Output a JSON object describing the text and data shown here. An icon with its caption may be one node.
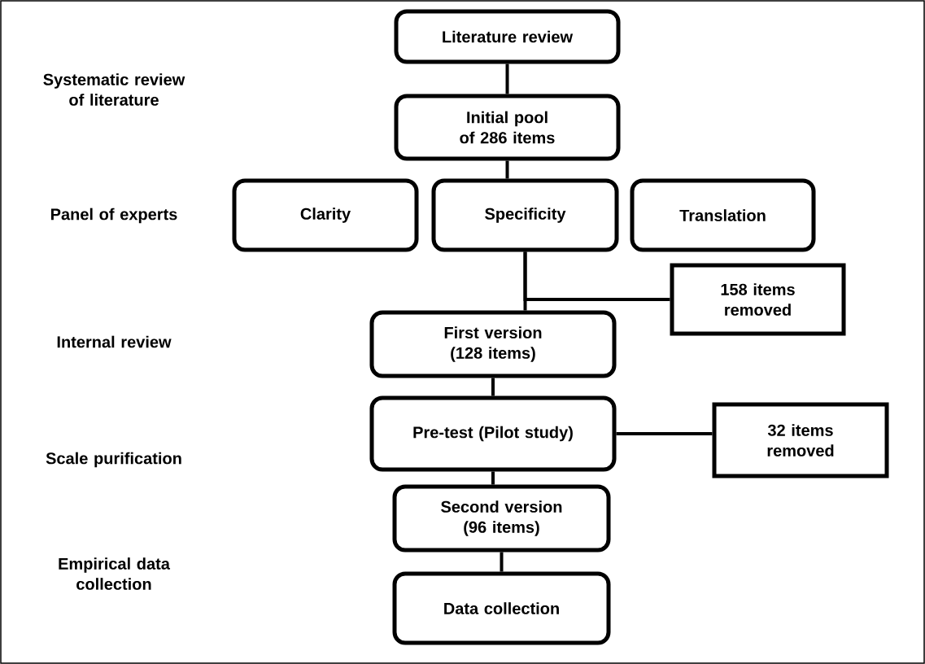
{
  "diagram": {
    "nodes": [
      {
        "text": [
          "Literature review"
        ]
      },
      {
        "text": [
          "Initial pool of 286 items"
        ]
      },
      {
        "text": [
          "Clarity"
        ]
      },
      {
        "text": [
          "Specificity"
        ]
      },
      {
        "text": [
          "Translation"
        ]
      },
      {
        "text": [
          "158 items removed"
        ]
      },
      {
        "text": [
          "First version (128 items)"
        ]
      },
      {
        "text": [
          "Pre-test (Pilot study)"
        ]
      },
      {
        "text": [
          "32 items removed"
        ]
      },
      {
        "text": [
          "Second version (96 items)"
        ]
      },
      {
        "text": [
          "Data collection"
        ]
      }
    ],
    "edges": [
      {
        "from": 0,
        "to": 1,
        "arrow": "none"
      },
      {
        "from": 1,
        "to": 3,
        "arrow": "none"
      },
      {
        "from": 3,
        "to": 6,
        "arrow": "none"
      },
      {
        "from": 3,
        "to": 5,
        "arrow": "none"
      },
      {
        "from": 6,
        "to": 7,
        "arrow": "none"
      },
      {
        "from": 7,
        "to": 8,
        "arrow": "none"
      },
      {
        "from": 7,
        "to": 9,
        "arrow": "none"
      },
      {
        "from": 9,
        "to": 10,
        "arrow": "none"
      }
    ],
    "labels": [
      "Systematic review of literature",
      "Panel of experts",
      "Internal review",
      "Scale purification",
      "Empirical data collection"
    ]
  }
}
